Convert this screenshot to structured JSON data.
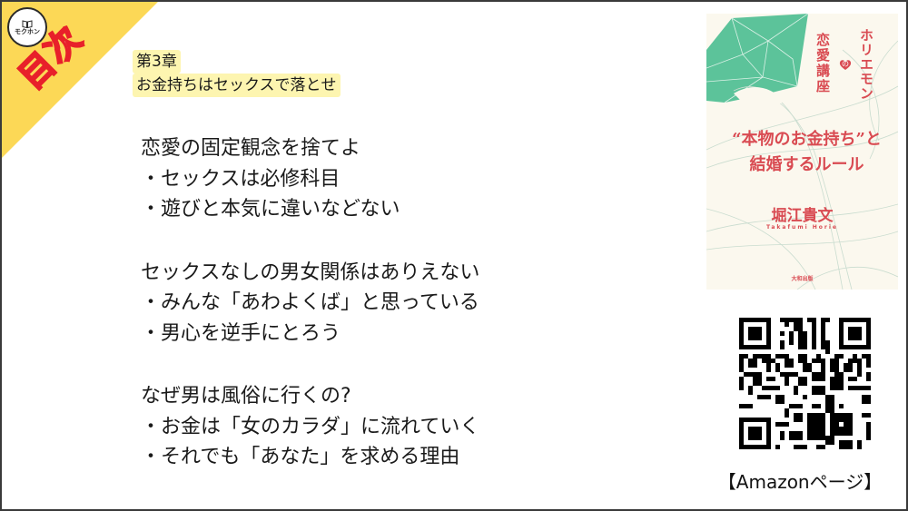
{
  "brand": {
    "logo_text": "モクホン",
    "logo_icon": "open-book-icon",
    "corner_label": "目次",
    "corner_color": "#fcd856",
    "label_stroke_color": "#e8202a"
  },
  "chapter": {
    "number": "第3章",
    "title": "お金持ちはセックスで落とせ",
    "highlight_color": "#fdf5b0"
  },
  "sections": [
    {
      "heading": "恋愛の固定観念を捨てよ",
      "bullets": [
        "・セックスは必修科目",
        "・遊びと本気に違いなどない"
      ]
    },
    {
      "heading": "セックスなしの男女関係はありえない",
      "bullets": [
        "・みんな「あわよくば」と思っている",
        "・男心を逆手にとろう"
      ]
    },
    {
      "heading": "なぜ男は風俗に行くの?",
      "bullets": [
        "・お金は「女のカラダ」に流れていく",
        "・それでも「あなた」を求める理由"
      ]
    }
  ],
  "book_cover": {
    "series_left": "恋愛講座",
    "series_right": "ホリエモン",
    "series_connector": "の",
    "title_line1": "“本物のお金持ち”と",
    "title_line2": "結婚するルール",
    "author": "堀江貴文",
    "author_roman": "Takafumi Horie",
    "publisher": "大和出版",
    "accent_color": "#d94b52",
    "gem_color": "#5cc39a"
  },
  "qr": {
    "icon": "qr-code-icon"
  },
  "amazon_link": {
    "label": "【Amazonページ】"
  }
}
